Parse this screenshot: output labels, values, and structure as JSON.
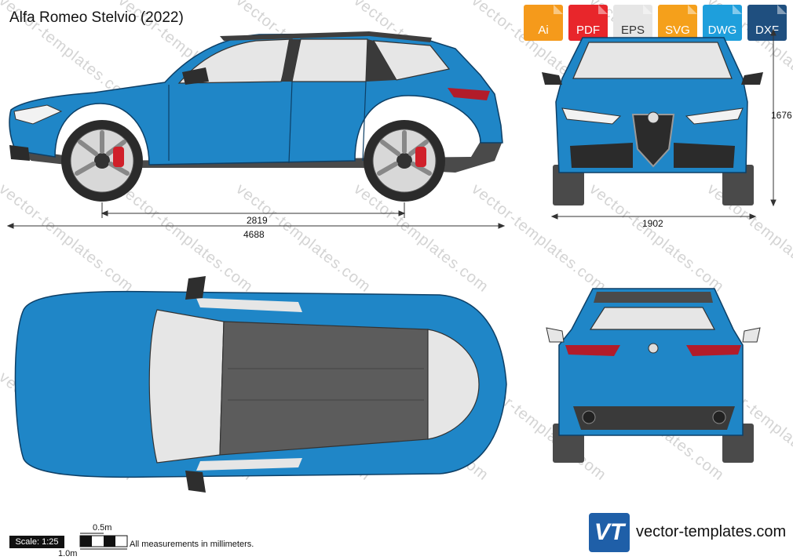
{
  "title": "Alfa Romeo Stelvio (2022)",
  "watermark": "vector-templates.com",
  "formats": [
    {
      "label": "Ai",
      "color": "#f59a1b"
    },
    {
      "label": "PDF",
      "color": "#e8262b"
    },
    {
      "label": "EPS",
      "color": "#eaeaea"
    },
    {
      "label": "SVG",
      "color": "#f5a01b"
    },
    {
      "label": "DWG",
      "color": "#1e9fdc"
    },
    {
      "label": "DXF",
      "color": "#1f4f7f"
    }
  ],
  "dimensions": {
    "wheelbase": "2819",
    "length": "4688",
    "width": "1902",
    "height": "1676"
  },
  "scale": {
    "label": "Scale: 1:25",
    "half_m": "0.5m",
    "one_m": "1.0m"
  },
  "note": "All measurements in millimeters.",
  "brand": {
    "logo_text": "VT",
    "site": "vector-templates.com"
  },
  "colors": {
    "body": "#1f86c7",
    "roof_panel": "#5c5c5c",
    "glass": "#e6e6e6",
    "trim": "#4a4a4a",
    "tail_light": "#b21c2a"
  }
}
